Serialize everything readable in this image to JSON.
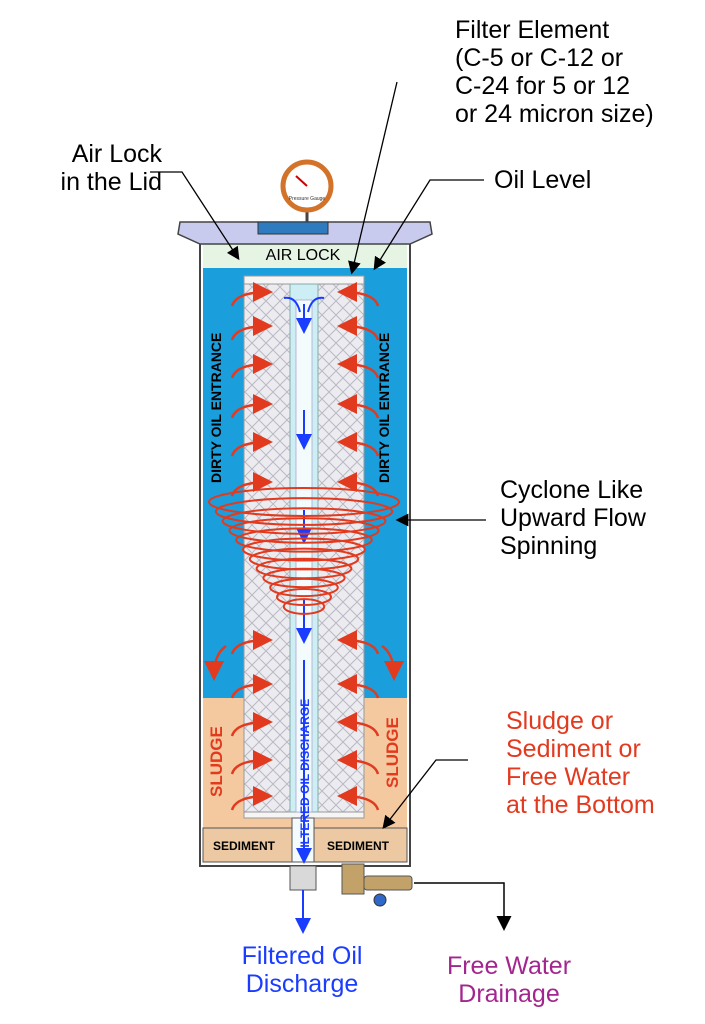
{
  "labels": {
    "filter_element": [
      "Filter Element",
      "(C-5 or C-12 or",
      "C-24 for 5 or 12",
      "or 24 micron size)"
    ],
    "air_lock_lid": [
      "Air Lock",
      "in the Lid"
    ],
    "oil_level": "Oil Level",
    "cyclone": [
      "Cyclone Like",
      "Upward Flow",
      "Spinning"
    ],
    "sludge_note": [
      "Sludge or",
      "Sediment or",
      "Free Water",
      "at the Bottom"
    ],
    "filtered_oil_discharge": [
      "Filtered Oil",
      "Discharge"
    ],
    "free_water_drainage": [
      "Free Water",
      "Drainage"
    ]
  },
  "inner_text": {
    "air_lock": "AIR LOCK",
    "dirty_oil_entrance": "DIRTY OIL ENTRANCE",
    "sludge": "SLUDGE",
    "filtered_oil_discharge": "FILTERED OIL DISCHARGE",
    "sediment": "SEDIMENT"
  },
  "gauge_text": "Pressure Gauge",
  "colors": {
    "oil": "#1a9fdc",
    "air_lock": "#e6f4e4",
    "sludge": "#f4c9a0",
    "sediment": "#ecc9a2",
    "filter_mesh": "#e8e8ec",
    "core_tube": "#cdeef4",
    "flow_red": "#e23a1f",
    "flow_blue": "#1a3cff",
    "drain_purple": "#a3268f",
    "lid": "#c9cbee"
  }
}
